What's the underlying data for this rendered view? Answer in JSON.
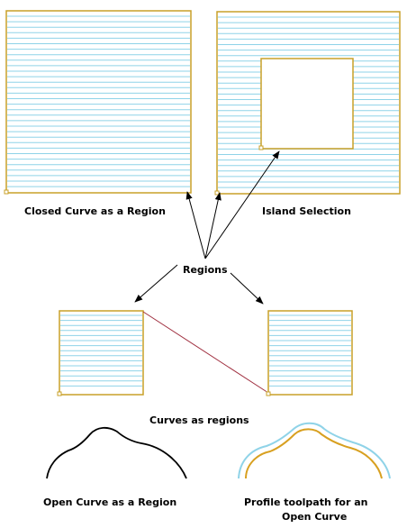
{
  "labels": {
    "closed_curve": "Closed Curve as a Region",
    "island": "Island Selection",
    "regions": "Regions",
    "curves_as_regions": "Curves as regions",
    "open_curve": "Open Curve as a Region",
    "profile_line1": "Profile toolpath for an",
    "profile_line2": "Open Curve"
  },
  "colors": {
    "border": "#c8a028",
    "hatch": "#8fd3e8",
    "connector": "#a03040",
    "arrow": "#000000",
    "curve": "#000000",
    "toolpath_outer": "#8fd3e8",
    "toolpath_inner": "#d8a020"
  }
}
